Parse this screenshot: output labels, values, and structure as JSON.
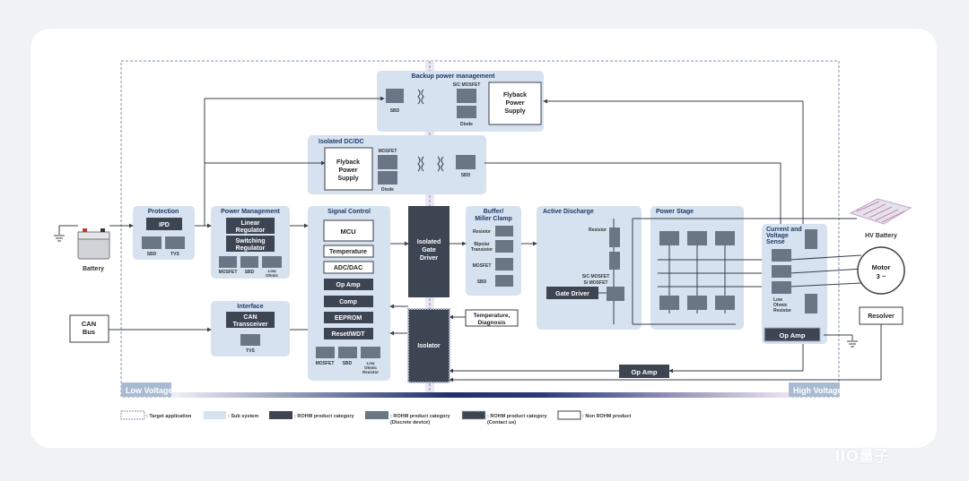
{
  "regions": {
    "low_voltage": "Low Voltage",
    "high_voltage": "High Voltage"
  },
  "blocks": {
    "backup": {
      "title": "Backup power management",
      "sic": "SiC MOSFET",
      "sbd": "SBD",
      "diode": "Diode",
      "flyback": [
        "Flyback",
        "Power",
        "Supply"
      ]
    },
    "isolated_dcdc": {
      "title": "Isolated DC/DC",
      "mosfet": "MOSFET",
      "diode": "Diode",
      "sbd": "SBD",
      "flyback": [
        "Flyback",
        "Power",
        "Supply"
      ]
    },
    "protection": {
      "title": "Protection",
      "ipd": "IPD",
      "sbd": "SBD",
      "tvs": "TVS"
    },
    "power_mgmt": {
      "title": "Power Management",
      "linear": [
        "Linear",
        "Regulator"
      ],
      "switching": [
        "Switching",
        "Regulator"
      ],
      "mosfet": "MOSFET",
      "sbd": "SBD",
      "resistor": [
        "Low",
        "Ohmic",
        "Resistor"
      ]
    },
    "interface": {
      "title": "Interface",
      "can": [
        "CAN",
        "Transceiver"
      ],
      "tvs": "TVS"
    },
    "signal": {
      "title": "Signal Control",
      "items": [
        "MCU",
        "Temperature",
        "ADC/DAC",
        "Op Amp",
        "Comp",
        "EEPROM",
        "Reset/WDT"
      ],
      "mosfet": "MOSFET",
      "sbd": "SBD",
      "resistor": [
        "Low",
        "Ohmic",
        "Resistor"
      ]
    },
    "gate_driver": [
      "Isolated",
      "Gate",
      "Driver"
    ],
    "isolator": "Isolator",
    "buffer": {
      "title": [
        "Buffer/",
        "Miller Clamp"
      ],
      "resistor": "Resistor",
      "bipolar": [
        "Bipolar",
        "Transistor"
      ],
      "mosfet": "MOSFET",
      "sbd": "SBD"
    },
    "active_discharge": {
      "title": "Active Discharge",
      "resistor": "Resistor",
      "sic": "SiC MOSFET",
      "si": "Si MOSFET",
      "gate": "Gate Driver"
    },
    "power_stage": {
      "title": "Power Stage"
    },
    "current_sense": {
      "title": [
        "Current and",
        "Voltage",
        "Sense"
      ],
      "resistor": [
        "Low",
        "Ohmic",
        "Resistor"
      ],
      "opamp": "Op Amp"
    },
    "temp_diag": [
      "Temperature,",
      "Diagnosis"
    ],
    "opamp_bottom": "Op Amp",
    "battery": "Battery",
    "can_bus": [
      "CAN",
      "Bus"
    ],
    "hv_battery": "HV Battery",
    "motor": [
      "Motor",
      "3 ~"
    ],
    "resolver": "Resolver"
  },
  "legend": [
    {
      "key": "target",
      "text": ": Target application"
    },
    {
      "key": "subsystem",
      "text": ": Sub system"
    },
    {
      "key": "rohm",
      "text": ": ROHM product category"
    },
    {
      "key": "discrete",
      "text": ": ROHM product category (Discrete device)"
    },
    {
      "key": "contact",
      "text": ": ROHM product category (Contact us)"
    },
    {
      "key": "nonrohm",
      "text": ": Non ROHM product"
    }
  ],
  "colors": {
    "subsystem": "#d6e2f0",
    "rohm": "#3d4552",
    "discrete": "#6b7684",
    "line": "#3a3f48",
    "border_dash": "#6f8aa8"
  },
  "watermark": "IIO量子"
}
